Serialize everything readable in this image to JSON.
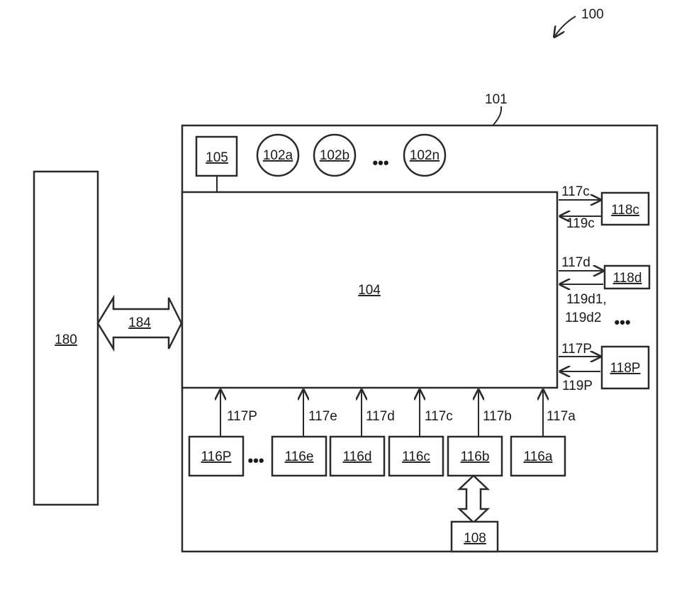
{
  "figure": {
    "ref": "100",
    "device": "101",
    "external": "180",
    "link": "184",
    "main_block": "104",
    "top_box": "105",
    "circles": [
      "102a",
      "102b",
      "102n"
    ],
    "circles_ellipsis": "•••",
    "right_boxes": [
      "118c",
      "118d",
      "118P"
    ],
    "right_ellipsis": "•••",
    "right_labels": {
      "c_out": "117c",
      "c_in": "119c",
      "d_out": "117d",
      "d_in1": "119d1,",
      "d_in2": "119d2",
      "p_out": "117P",
      "p_in": "119P"
    },
    "bottom_boxes": [
      "116P",
      "116e",
      "116d",
      "116c",
      "116b",
      "116a"
    ],
    "bottom_ellipsis": "•••",
    "bottom_labels": [
      "117P",
      "117e",
      "117d",
      "117c",
      "117b",
      "117a"
    ],
    "bottom_box_extra": "108"
  }
}
